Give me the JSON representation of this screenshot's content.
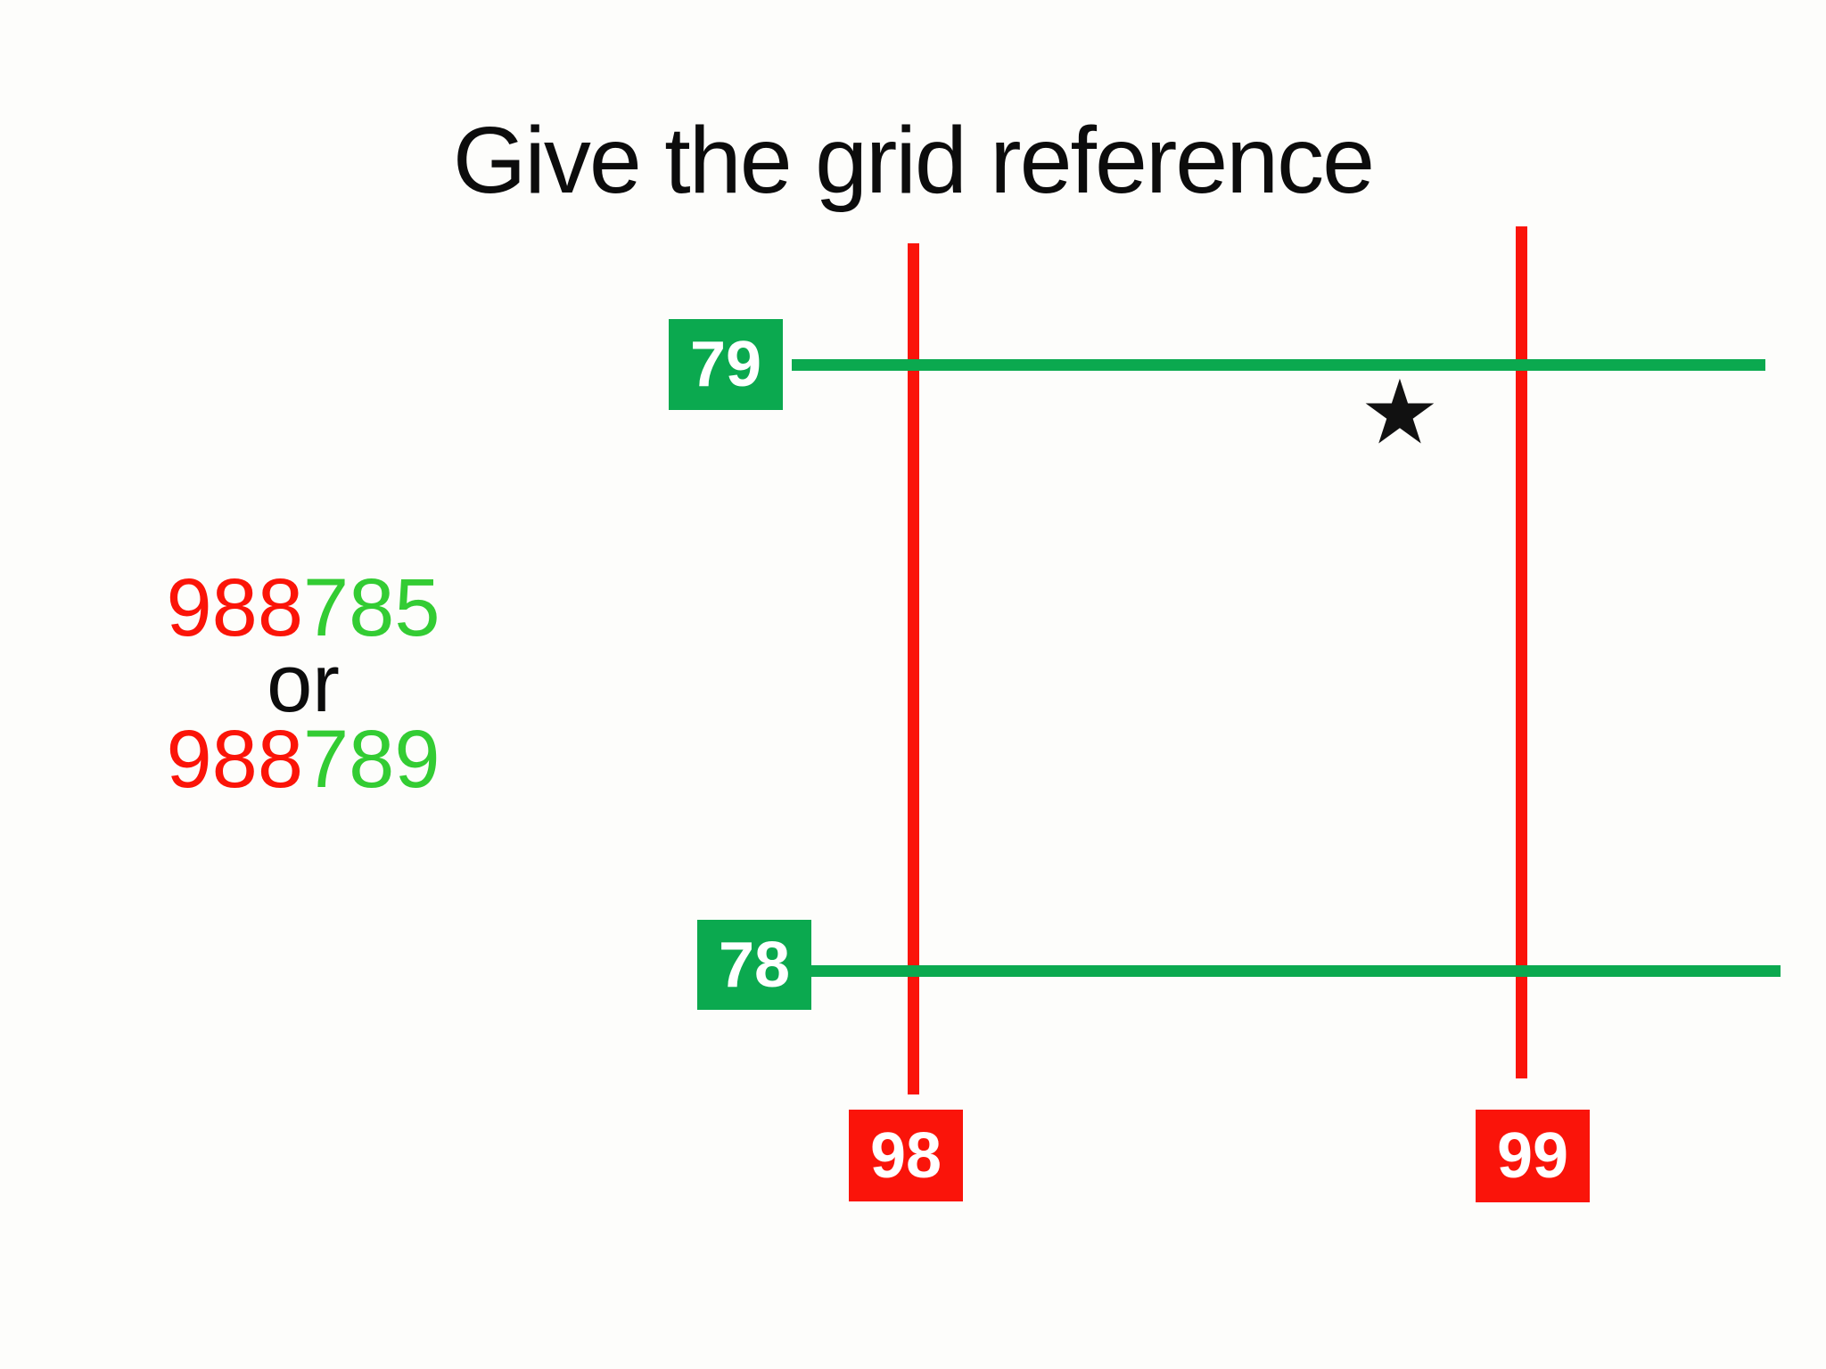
{
  "slide": {
    "title": "Give the grid reference"
  },
  "answer": {
    "option1": {
      "easting_part": "988",
      "northing_part": "785"
    },
    "separator": "or",
    "option2": {
      "easting_part": "988",
      "northing_part": "789"
    }
  },
  "grid": {
    "northing_labels": [
      {
        "label": "79"
      },
      {
        "label": "78"
      }
    ],
    "easting_labels": [
      {
        "label": "98"
      },
      {
        "label": "99"
      }
    ],
    "marker_glyph": "★"
  },
  "colors": {
    "grid_green": "#0BA94F",
    "grid_red": "#FA140A",
    "answer_red": "#FB1408",
    "answer_green": "#33CC33",
    "title_black": "#0C0C0C",
    "label_text_white": "#FFFFFF",
    "background": "#FDFDFB"
  }
}
